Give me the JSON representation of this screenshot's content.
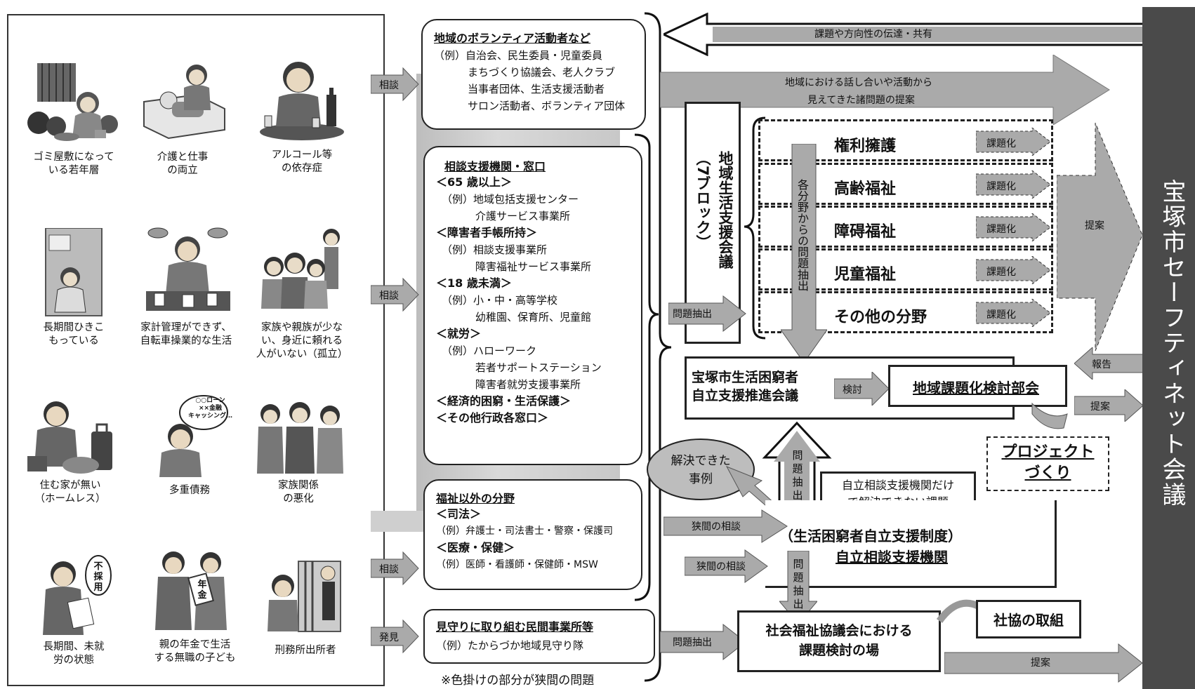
{
  "people": [
    {
      "id": "gomi",
      "label": "ゴミ屋敷になって\nいる若年層"
    },
    {
      "id": "kaigo",
      "label": "介護と仕事\nの両立"
    },
    {
      "id": "alcohol",
      "label": "アルコール等\nの依存症"
    },
    {
      "id": "hikikomori",
      "label": "長期間ひきこ\nもっている"
    },
    {
      "id": "kakei",
      "label": "家計管理ができず、\n自転車操業的な生活"
    },
    {
      "id": "koritsu",
      "label": "家族や親族が少な\nい、身近に頼れる\n人がいない（孤立）"
    },
    {
      "id": "homeless",
      "label": "住む家が無い\n（ホームレス）"
    },
    {
      "id": "saimu",
      "label": "多重債務"
    },
    {
      "id": "kazoku",
      "label": "家族関係\nの悪化"
    },
    {
      "id": "mishuro",
      "label": "長期間、未就\n労の状態"
    },
    {
      "id": "nenkin",
      "label": "親の年金で生活\nする無職の子ども"
    },
    {
      "id": "keimusho",
      "label": "刑務所出所者"
    }
  ],
  "illus_text": {
    "fusaiyo": "不\n採\n用",
    "nenkin": "年\n金",
    "loan": "○○ローン\n××金融\nキャッシング…"
  },
  "arrows_left": {
    "soudan1": "相談",
    "soudan2": "相談",
    "soudan3": "相談",
    "hakken": "発見"
  },
  "volunteer": {
    "title": "地域のボランティア活動者など",
    "lines": [
      "（例）自治会、民生委員・児童委員",
      "まちづくり協議会、老人クラブ",
      "当事者団体、生活支援活動者",
      "サロン活動者、ボランティア団体"
    ]
  },
  "consult": {
    "title": "相談支援機関・窓口",
    "lines": [
      "＜65 歳以上＞",
      "（例）地域包括支援センター",
      "介護サービス事業所",
      "＜障害者手帳所持＞",
      "（例）相談支援事業所",
      "障害福祉サービス事業所",
      "＜18 歳未満＞",
      "（例）小・中・高等学校",
      "幼稚園、保育所、児童館",
      "＜就労＞",
      "（例）ハローワーク",
      "若者サポートステーション",
      "障害者就労支援事業所",
      "＜経済的困窮・生活保護＞",
      "＜その他行政各窓口＞"
    ]
  },
  "nonwelfare": {
    "title": "福祉以外の分野",
    "lines": [
      "＜司法＞",
      "（例）弁護士・司法書士・警察・保護司",
      "＜医療・保健＞",
      "（例）医師・看護師・保健師・MSW"
    ]
  },
  "private": {
    "title": "見守りに取り組む民間事業所等",
    "line": "（例）たからづか地域見守り隊"
  },
  "footnote": "※色掛けの部分が狭間の問題",
  "top_arrows": {
    "share": "課題や方向性の伝達・共有",
    "propose_line1": "地域における話し合いや活動から",
    "propose_line2": "見えてきた諸問題の提案"
  },
  "chiiki": {
    "label": "地域生活支援会議\n（7ブロック）",
    "extract": "各分野からの問題抽出"
  },
  "fields": [
    {
      "name": "権利擁護",
      "tag": "課題化"
    },
    {
      "name": "高齢福祉",
      "tag": "課題化"
    },
    {
      "name": "障碍福祉",
      "tag": "課題化"
    },
    {
      "name": "児童福祉",
      "tag": "課題化"
    },
    {
      "name": "その他の分野",
      "tag": "課題化"
    }
  ],
  "teian_big": "提案",
  "mondai_chushutsu_1": "問題抽出",
  "suishin": {
    "label": "宝塚市生活困窮者\n自立支援推進会議",
    "kento": "検討",
    "bukai": "地域課題化検討部会"
  },
  "houkoku": "報告",
  "teian_2": "提案",
  "project": "プロジェクト\nづくり",
  "kaiketsu": "解決できた\n事例",
  "mondai_vertical_1": "問\n題\n抽\n出",
  "jiritsu_only": "自立相談支援機関だけ\nで解決できない課題",
  "hazama1": "狭間の相談",
  "hazama2": "狭間の相談",
  "jiritsu": {
    "line1": "（生活困窮者自立支援制度）",
    "line2": "自立相談支援機関"
  },
  "mondai_vertical_2": "問\n題\n抽\n出",
  "mondai_chushutsu_2": "問題抽出",
  "shakyo_place": "社会福祉協議会における\n課題検討の場",
  "shakyo_torikumi": "社協の取組",
  "teian_3": "提案",
  "safety_net": "宝塚市セーフティネット会議"
}
